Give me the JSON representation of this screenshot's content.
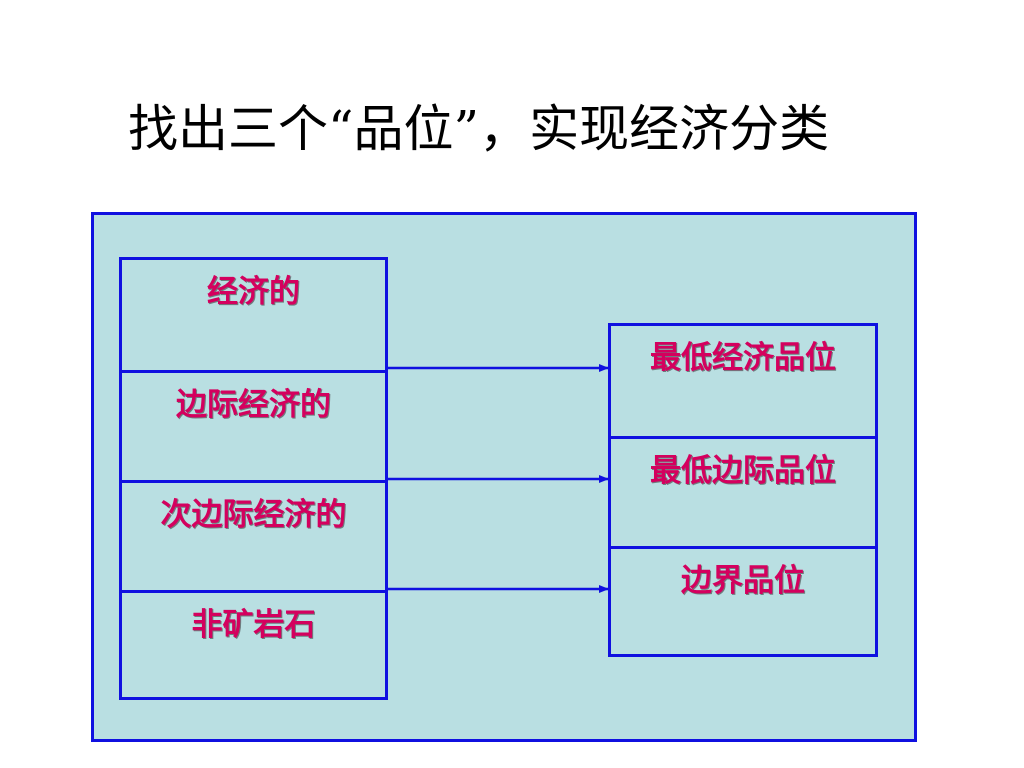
{
  "title": "找出三个“品位”，实现经济分类",
  "left_items": [
    "经济的",
    "边际经济的",
    "次边际经济的",
    "非矿岩石"
  ],
  "right_items": [
    "最低经济品位",
    "最低边际品位",
    "边界品位"
  ],
  "colors": {
    "text": "#d4005e",
    "border": "#1010e0",
    "panel": "#b9dfe2"
  }
}
